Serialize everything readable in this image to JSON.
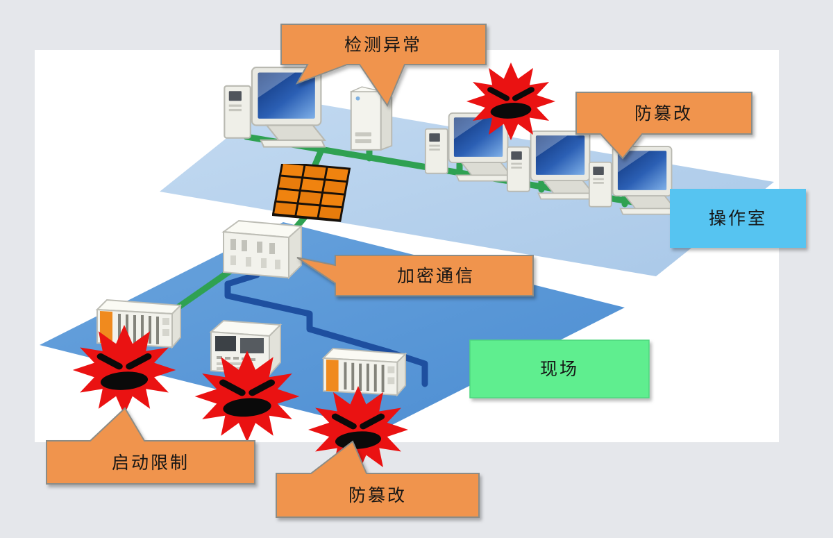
{
  "diagram": {
    "title_hint": "industrial control system security diagram",
    "background_color": "#E5E7EB",
    "canvas_color": "#FFFFFF",
    "callouts": {
      "detect_anomaly": {
        "label": "检测异常",
        "color": "#F0944D"
      },
      "anti_tamper_top": {
        "label": "防篡改",
        "color": "#F0944D"
      },
      "encrypted_comm": {
        "label": "加密通信",
        "color": "#F0944D"
      },
      "startup_restriction": {
        "label": "启动限制",
        "color": "#F0944D"
      },
      "anti_tamper_bottom": {
        "label": "防篡改",
        "color": "#F0944D"
      }
    },
    "zones": {
      "operation_room": {
        "label": "操作室",
        "color": "#57C4F1"
      },
      "field": {
        "label": "现场",
        "color": "#5FEE8F"
      }
    },
    "networks": {
      "operation_network_color": "#2FA152",
      "field_network_color": "#1E4F9F",
      "operation_plane_color": "#B7D2ED",
      "field_plane_color": "#5C99D8"
    },
    "icons": [
      {
        "name": "desktop-computer-icon",
        "count": 4
      },
      {
        "name": "server-icon",
        "count": 1
      },
      {
        "name": "firewall-icon",
        "count": 1
      },
      {
        "name": "security-gateway-icon",
        "count": 1
      },
      {
        "name": "plc-controller-icon",
        "count": 2
      },
      {
        "name": "hmi-recorder-icon",
        "count": 1
      },
      {
        "name": "malware-attack-icon",
        "count": 4
      }
    ]
  }
}
